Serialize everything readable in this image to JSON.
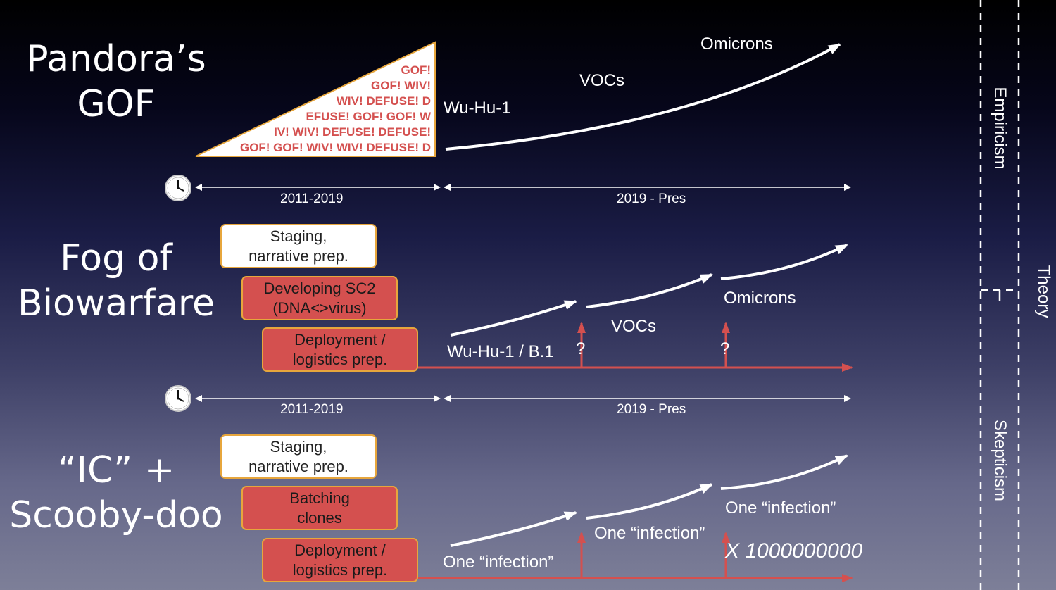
{
  "sections": [
    {
      "title_line1": "Pandora’s",
      "title_line2": "GOF",
      "triangle_lines": [
        "GOF!",
        "GOF! WIV!",
        "WIV! DEFUSE! D",
        "EFUSE! GOF! GOF! W",
        "IV! WIV! DEFUSE! DEFUSE!",
        "GOF! GOF! WIV! WIV! DEFUSE! D"
      ],
      "labels": {
        "wuhu": "Wu-Hu-1",
        "vocs": "VOCs",
        "omicrons": "Omicrons"
      }
    },
    {
      "title_line1": "Fog of",
      "title_line2": "Biowarfare",
      "boxes": [
        {
          "line1": "Staging,",
          "line2": "narrative prep."
        },
        {
          "line1": "Developing SC2",
          "line2": "(DNA<>virus)"
        },
        {
          "line1": "Deployment /",
          "line2": "logistics prep."
        }
      ],
      "labels": {
        "wuhu": "Wu-Hu-1 / B.1",
        "vocs": "VOCs",
        "omicrons": "Omicrons",
        "q1": "?",
        "q2": "?"
      }
    },
    {
      "title_line1": "“IC” +",
      "title_line2": "Scooby-doo",
      "boxes": [
        {
          "line1": "Staging,",
          "line2": "narrative prep."
        },
        {
          "line1": "Batching",
          "line2": "clones"
        },
        {
          "line1": "Deployment /",
          "line2": "logistics prep."
        }
      ],
      "labels": {
        "inf1": "One “infection”",
        "inf2": "One “infection”",
        "inf3": "One “infection”",
        "multiplier": "X 1000000000"
      }
    }
  ],
  "timelines": [
    {
      "range1": "2011-2019",
      "range2": "2019 - Pres"
    },
    {
      "range1": "2011-2019",
      "range2": "2019 - Pres"
    }
  ],
  "side_axis": {
    "empiricism": "Empiricism",
    "theory": "Theory",
    "skepticism": "Skepticism"
  },
  "colors": {
    "accent_red": "#d4504f",
    "border_orange": "#e7a63c",
    "line_white": "#ffffff"
  }
}
